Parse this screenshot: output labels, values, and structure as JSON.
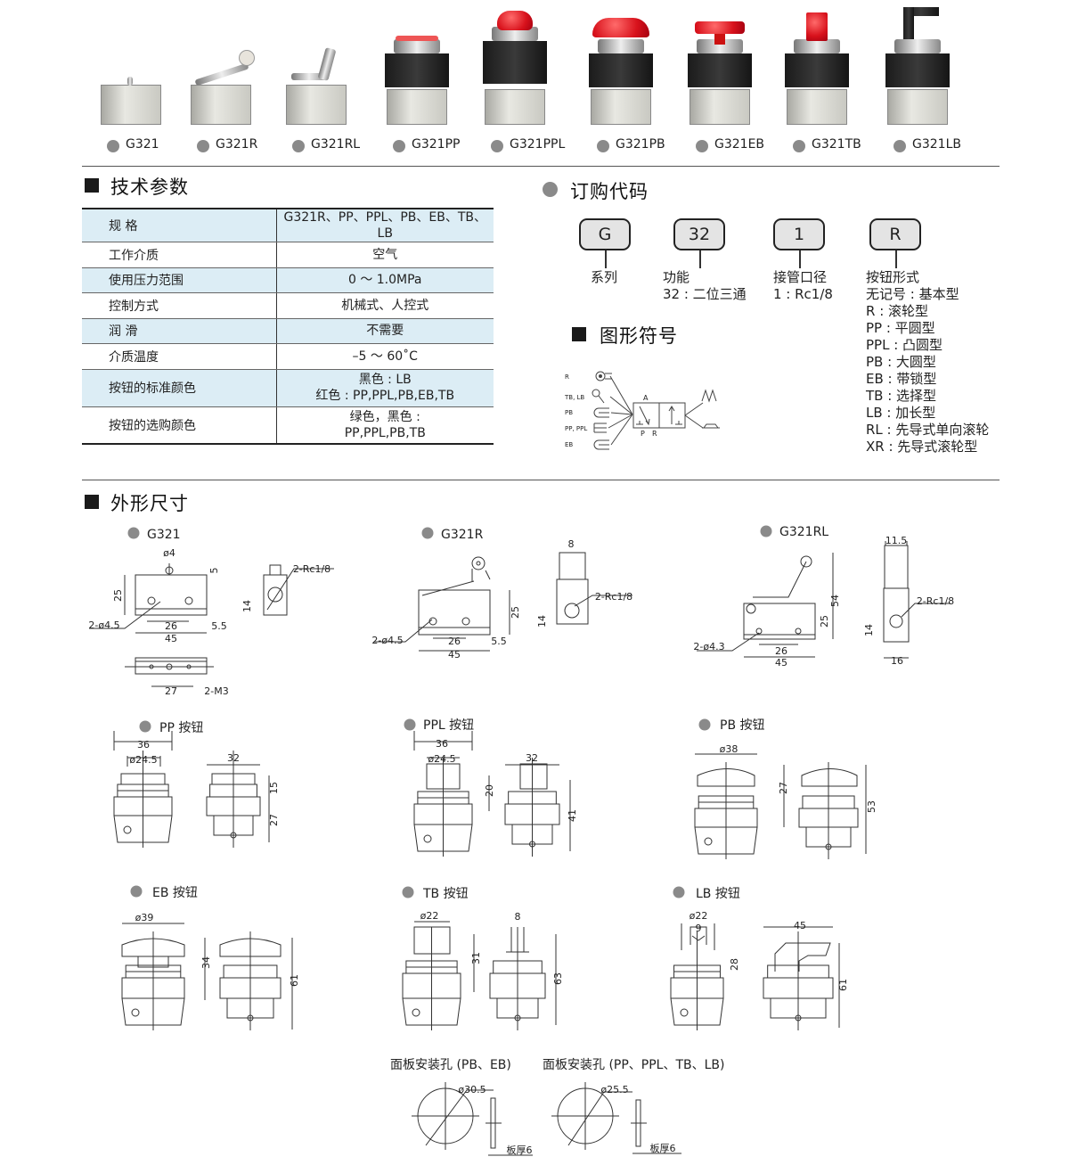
{
  "products": [
    {
      "label": "G321",
      "cap": "none"
    },
    {
      "label": "G321R",
      "cap": "roller"
    },
    {
      "label": "G321RL",
      "cap": "roller-lever"
    },
    {
      "label": "G321PP",
      "cap": "flat"
    },
    {
      "label": "G321PPL",
      "cap": "red-round"
    },
    {
      "label": "G321PB",
      "cap": "red-mushroom"
    },
    {
      "label": "G321EB",
      "cap": "red-lock"
    },
    {
      "label": "G321TB",
      "cap": "red-selector"
    },
    {
      "label": "G321LB",
      "cap": "black-lever"
    }
  ],
  "specs": {
    "title": "技术参数",
    "rows": [
      {
        "key": "规 格",
        "value": "G321R、PP、PPL、PB、EB、TB、LB"
      },
      {
        "key": "工作介质",
        "value": "空气"
      },
      {
        "key": "使用压力范围",
        "value": "0 ～ 1.0MPa"
      },
      {
        "key": "控制方式",
        "value": "机械式、人控式"
      },
      {
        "key": "润 滑",
        "value": "不需要"
      },
      {
        "key": "介质温度",
        "value": "–5 ～ 60˚C"
      },
      {
        "key": "按钮的标准颜色",
        "value": "黑色 : LB",
        "value2": "红色 : PP,PPL,PB,EB,TB"
      },
      {
        "key": "按钮的选购颜色",
        "value": "绿色，黑色 :",
        "value2": "PP,PPL,PB,TB"
      }
    ]
  },
  "order_code": {
    "title": "订购代码",
    "boxes": [
      {
        "code": "G",
        "label": "系列",
        "lines": []
      },
      {
        "code": "32",
        "label": "功能",
        "lines": [
          "32 : 二位三通"
        ]
      },
      {
        "code": "1",
        "label": "接管口径",
        "lines": [
          "1 : Rc1/8"
        ]
      },
      {
        "code": "R",
        "label": "按钮形式",
        "lines": [
          "无记号 : 基本型",
          "R  : 滚轮型",
          "PP : 平圆型",
          "PPL : 凸圆型",
          "PB : 大圆型",
          "EB : 带锁型",
          "TB : 选择型",
          "LB : 加长型",
          "RL : 先导式单向滚轮",
          "XR : 先导式滚轮型"
        ]
      }
    ]
  },
  "symbol": {
    "title": "图形符号",
    "actuators": [
      "R",
      "TB, LB",
      "PB",
      "PP, PPL",
      "EB"
    ],
    "ports": {
      "a": "A",
      "p": "P",
      "r": "R"
    }
  },
  "dimensions": {
    "title": "外形尺寸",
    "g321": {
      "title": "G321",
      "phi4": "ø4",
      "d5": "5",
      "d25": "25",
      "holes": "2-ø4.5",
      "d26": "26",
      "d45": "45",
      "d55": "5.5",
      "port": "2-Rc1/8",
      "d14": "14",
      "d27": "27",
      "m3": "2-M3"
    },
    "g321r": {
      "title": "G321R",
      "d25": "25",
      "holes": "2-ø4.5",
      "d26": "26",
      "d45": "45",
      "d55": "5.5",
      "d8": "8",
      "port": "2-Rc1/8",
      "d14": "14"
    },
    "g321rl": {
      "title": "G321RL",
      "d54": "54",
      "d25": "25",
      "holes": "2-ø4.3",
      "d26": "26",
      "d45": "45",
      "d115": "11.5",
      "port": "2-Rc1/8",
      "d14": "14",
      "d16": "16"
    },
    "pp": {
      "title": "PP 按钮",
      "w": "36",
      "dia": "ø24.5",
      "sw": "32",
      "h1": "15",
      "h2": "27"
    },
    "ppl": {
      "title": "PPL 按钮",
      "w": "36",
      "dia": "ø24.5",
      "sw": "32",
      "h1": "20",
      "h2": "41"
    },
    "pb": {
      "title": "PB 按钮",
      "dia": "ø38",
      "h1": "27",
      "h2": "53"
    },
    "eb": {
      "title": "EB 按钮",
      "dia": "ø39",
      "h1": "34",
      "h2": "61"
    },
    "tb": {
      "title": "TB 按钮",
      "dia": "ø22",
      "sw": "8",
      "h1": "31",
      "h2": "63"
    },
    "lb": {
      "title": "LB 按钮",
      "dia": "ø22",
      "w": "9",
      "h1": "28",
      "sw": "45",
      "h2": "61"
    },
    "panel": [
      {
        "title": "面板安装孔 (PB、EB)",
        "dia": "ø30.5",
        "thick": "板厚6"
      },
      {
        "title": "面板安装孔 (PP、PPL、TB、LB)",
        "dia": "ø25.5",
        "thick": "板厚6"
      }
    ]
  },
  "colors": {
    "accent_blue": "#dcedf5",
    "dot_gray": "#8a8a8a",
    "button_red": "#d8121c"
  }
}
